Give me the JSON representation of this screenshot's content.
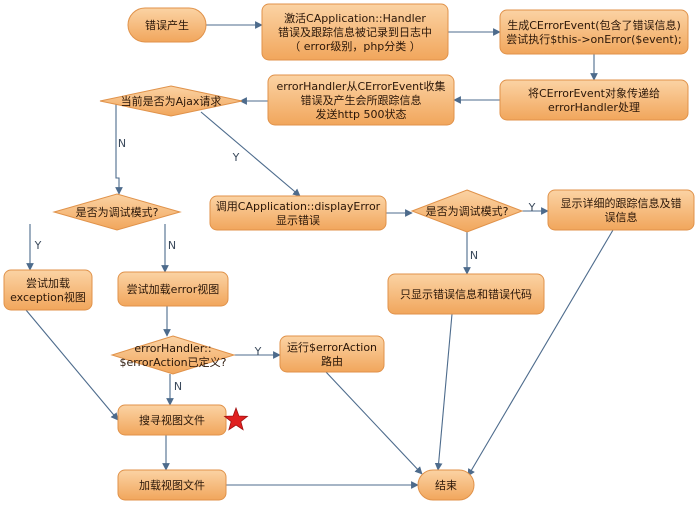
{
  "nodes": {
    "error_occurs": {
      "lines": [
        "错误产生"
      ]
    },
    "activate_handler": {
      "lines": [
        "激活CApplication::Handler",
        "错误及跟踪信息被记录到日志中",
        "（ error级别，php分类 ）"
      ]
    },
    "generate_event": {
      "lines": [
        "生成CErrorEvent(包含了错误信息)",
        "尝试执行$this->onError($event);"
      ]
    },
    "pass_event": {
      "lines": [
        "将CErrorEvent对象传递给",
        "errorHandler处理"
      ]
    },
    "collect_send": {
      "lines": [
        "errorHandler从CErrorEvent收集",
        "错误及产生会所跟踪信息",
        "发送http 500状态"
      ]
    },
    "is_ajax": {
      "lines": [
        "当前是否为Ajax请求"
      ]
    },
    "debug_mode_left": {
      "lines": [
        "是否为调试模式?"
      ]
    },
    "display_error": {
      "lines": [
        "调用CApplication::displayError",
        "显示错误"
      ]
    },
    "debug_mode_right": {
      "lines": [
        "是否为调试模式?"
      ]
    },
    "show_detailed": {
      "lines": [
        "显示详细的跟踪信息及错",
        "误信息"
      ]
    },
    "try_exception_view": {
      "lines": [
        "尝试加载",
        "exception视图"
      ]
    },
    "try_error_view": {
      "lines": [
        "尝试加载error视图"
      ]
    },
    "show_only_error": {
      "lines": [
        "只显示错误信息和错误代码"
      ]
    },
    "error_action_defined": {
      "lines": [
        "errorHandler::",
        "$errorAction已定义?"
      ]
    },
    "run_error_action": {
      "lines": [
        "运行$errorAction",
        "路由"
      ]
    },
    "search_view": {
      "lines": [
        "搜寻视图文件"
      ]
    },
    "load_view": {
      "lines": [
        "加载视图文件"
      ]
    },
    "end": {
      "lines": [
        "结束"
      ]
    }
  },
  "labels": {
    "ajax_no": "N",
    "ajax_yes": "Y",
    "left_debug_yes": "Y",
    "left_debug_no": "N",
    "right_debug_yes": "Y",
    "right_debug_no": "N",
    "action_yes": "Y",
    "action_no": "N"
  },
  "colors": {
    "node_fill_top": "#fbd3a4",
    "node_fill_bottom": "#f1a65c",
    "node_stroke": "#e0924a",
    "edge": "#4d6b8c"
  },
  "marker": {
    "icon": "red-star-icon",
    "color": "#e02020"
  }
}
